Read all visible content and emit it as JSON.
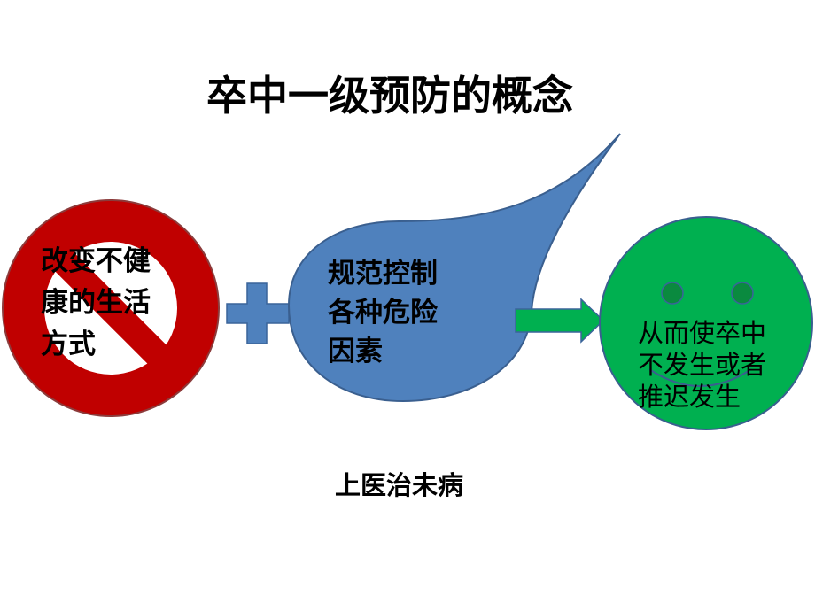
{
  "slide": {
    "title": "卒中一级预防的概念",
    "left_shape": {
      "icon": "no-sign",
      "lines": [
        "改变不健",
        "康的生活",
        "方式"
      ],
      "color": "#c00000"
    },
    "plus": {
      "icon": "plus",
      "color": "#4f81bd"
    },
    "middle_shape": {
      "icon": "teardrop",
      "lines": [
        "规范控制",
        "各种危险",
        "因素"
      ],
      "color": "#4f81bd"
    },
    "arrow": {
      "icon": "right-arrow",
      "color": "#00b050"
    },
    "right_shape": {
      "icon": "smiley-face",
      "lines": [
        "从而使卒中",
        "不发生或者",
        "推迟发生"
      ],
      "color": "#00b050"
    },
    "footer": "上医治未病"
  }
}
